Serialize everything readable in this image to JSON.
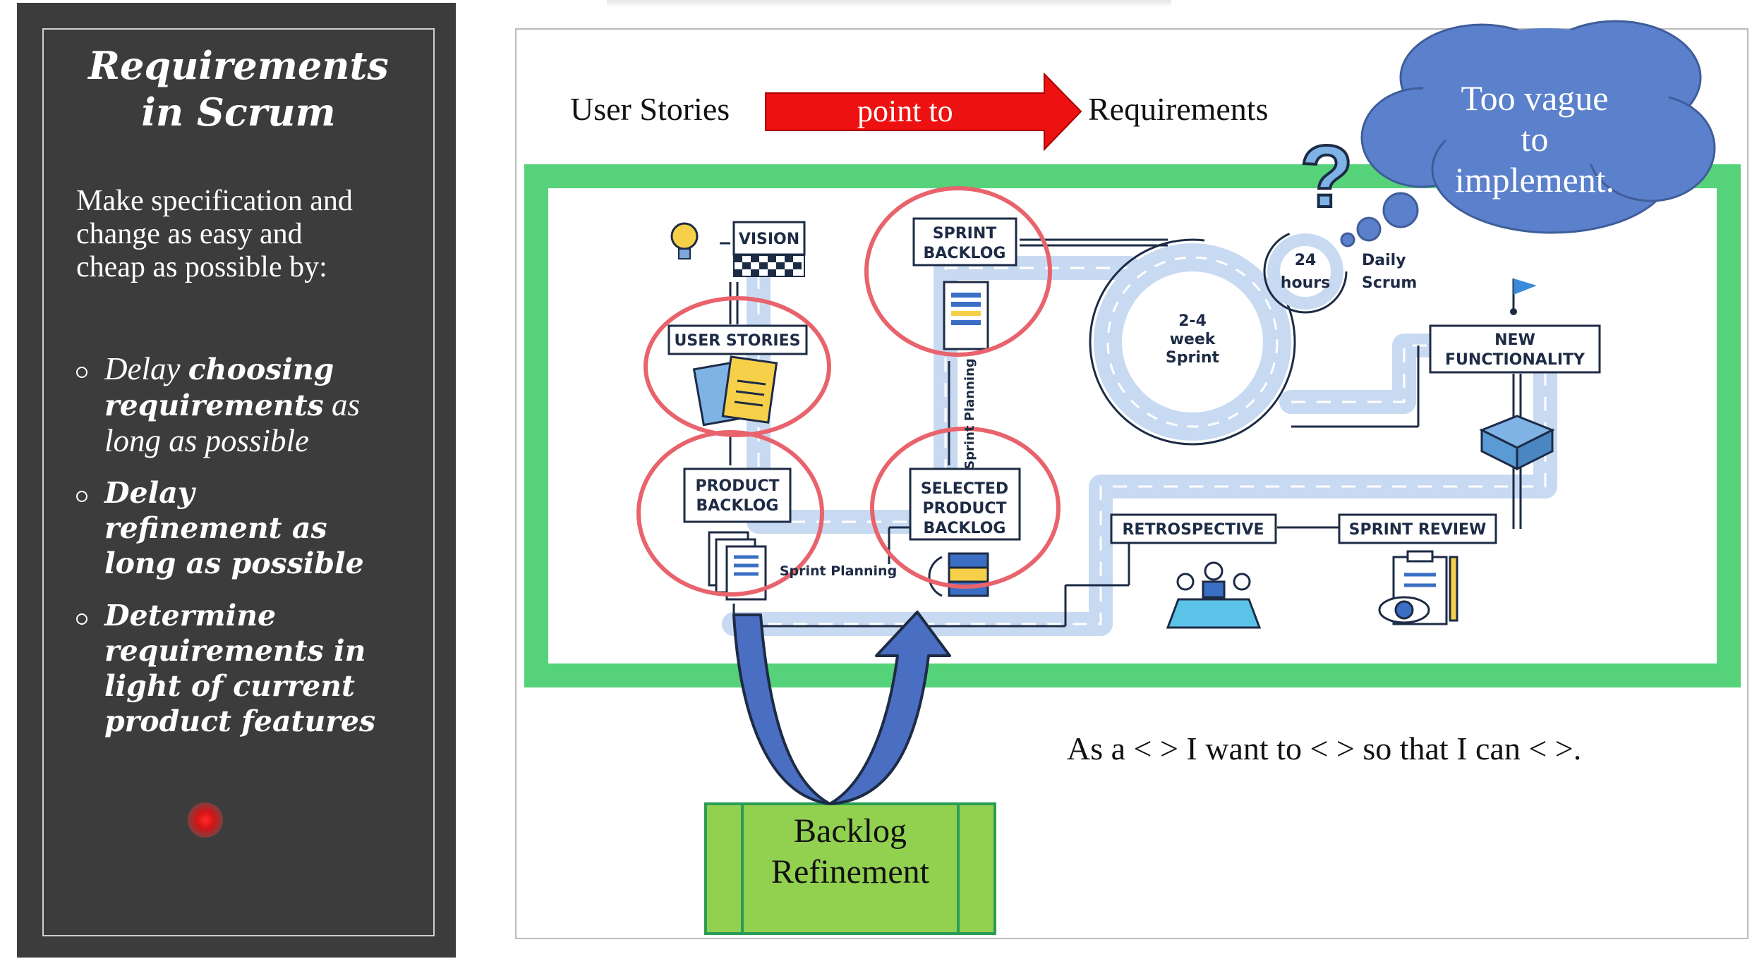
{
  "left_panel": {
    "title_line1": "Requirements",
    "title_line2": "in Scrum",
    "intro_line1": "Make specification and",
    "intro_line2": "change as easy and",
    "intro_line3": "cheap as possible by:",
    "bullet1": {
      "line1_a": "Delay ",
      "line1_b": "choosing",
      "line2_a": "requirements",
      "line2_b": " as",
      "line3": "long as possible"
    },
    "bullet2": {
      "line1": "Delay",
      "line2": "refinement as",
      "line3": "long as possible"
    },
    "bullet3": {
      "line1": "Determine",
      "line2": "requirements in",
      "line3": "light of current",
      "line4": "product features"
    }
  },
  "header": {
    "user_stories": "User Stories",
    "point_to": "point to",
    "requirements": "Requirements"
  },
  "cloud": {
    "line1": "Too vague",
    "line2": "to",
    "line3": "implement."
  },
  "question_mark": "?",
  "scrum_diagram": {
    "vision": "VISION",
    "user_stories": "USER STORIES",
    "product_backlog_1": "PRODUCT",
    "product_backlog_2": "BACKLOG",
    "sprint_backlog_1": "SPRINT",
    "sprint_backlog_2": "BACKLOG",
    "selected_1": "SELECTED",
    "selected_2": "PRODUCT",
    "selected_3": "BACKLOG",
    "sprint_planning_horizontal": "Sprint Planning",
    "sprint_planning_vertical": "Sprint Planning",
    "cycle_1": "2-4",
    "cycle_2": "week",
    "cycle_3": "Sprint",
    "hours_1": "24",
    "hours_2": "hours",
    "daily_1": "Daily",
    "daily_2": "Scrum",
    "new_func_1": "NEW",
    "new_func_2": "FUNCTIONALITY",
    "retrospective": "RETROSPECTIVE",
    "sprint_review": "SPRINT REVIEW"
  },
  "template_sentence": "As a < > I want to < > so that I can < >.",
  "backlog_refinement": {
    "line1": "Backlog",
    "line2": "Refinement"
  },
  "colors": {
    "panel_bg": "#3c3c3c",
    "green_border": "#55d27a",
    "red_arrow": "#ee1111",
    "cloud": "#5b80cc",
    "circle": "#e8636c",
    "road": "#c8daf2",
    "refinement_box": "#92d050",
    "curved_arrow": "#4a6fc2"
  }
}
